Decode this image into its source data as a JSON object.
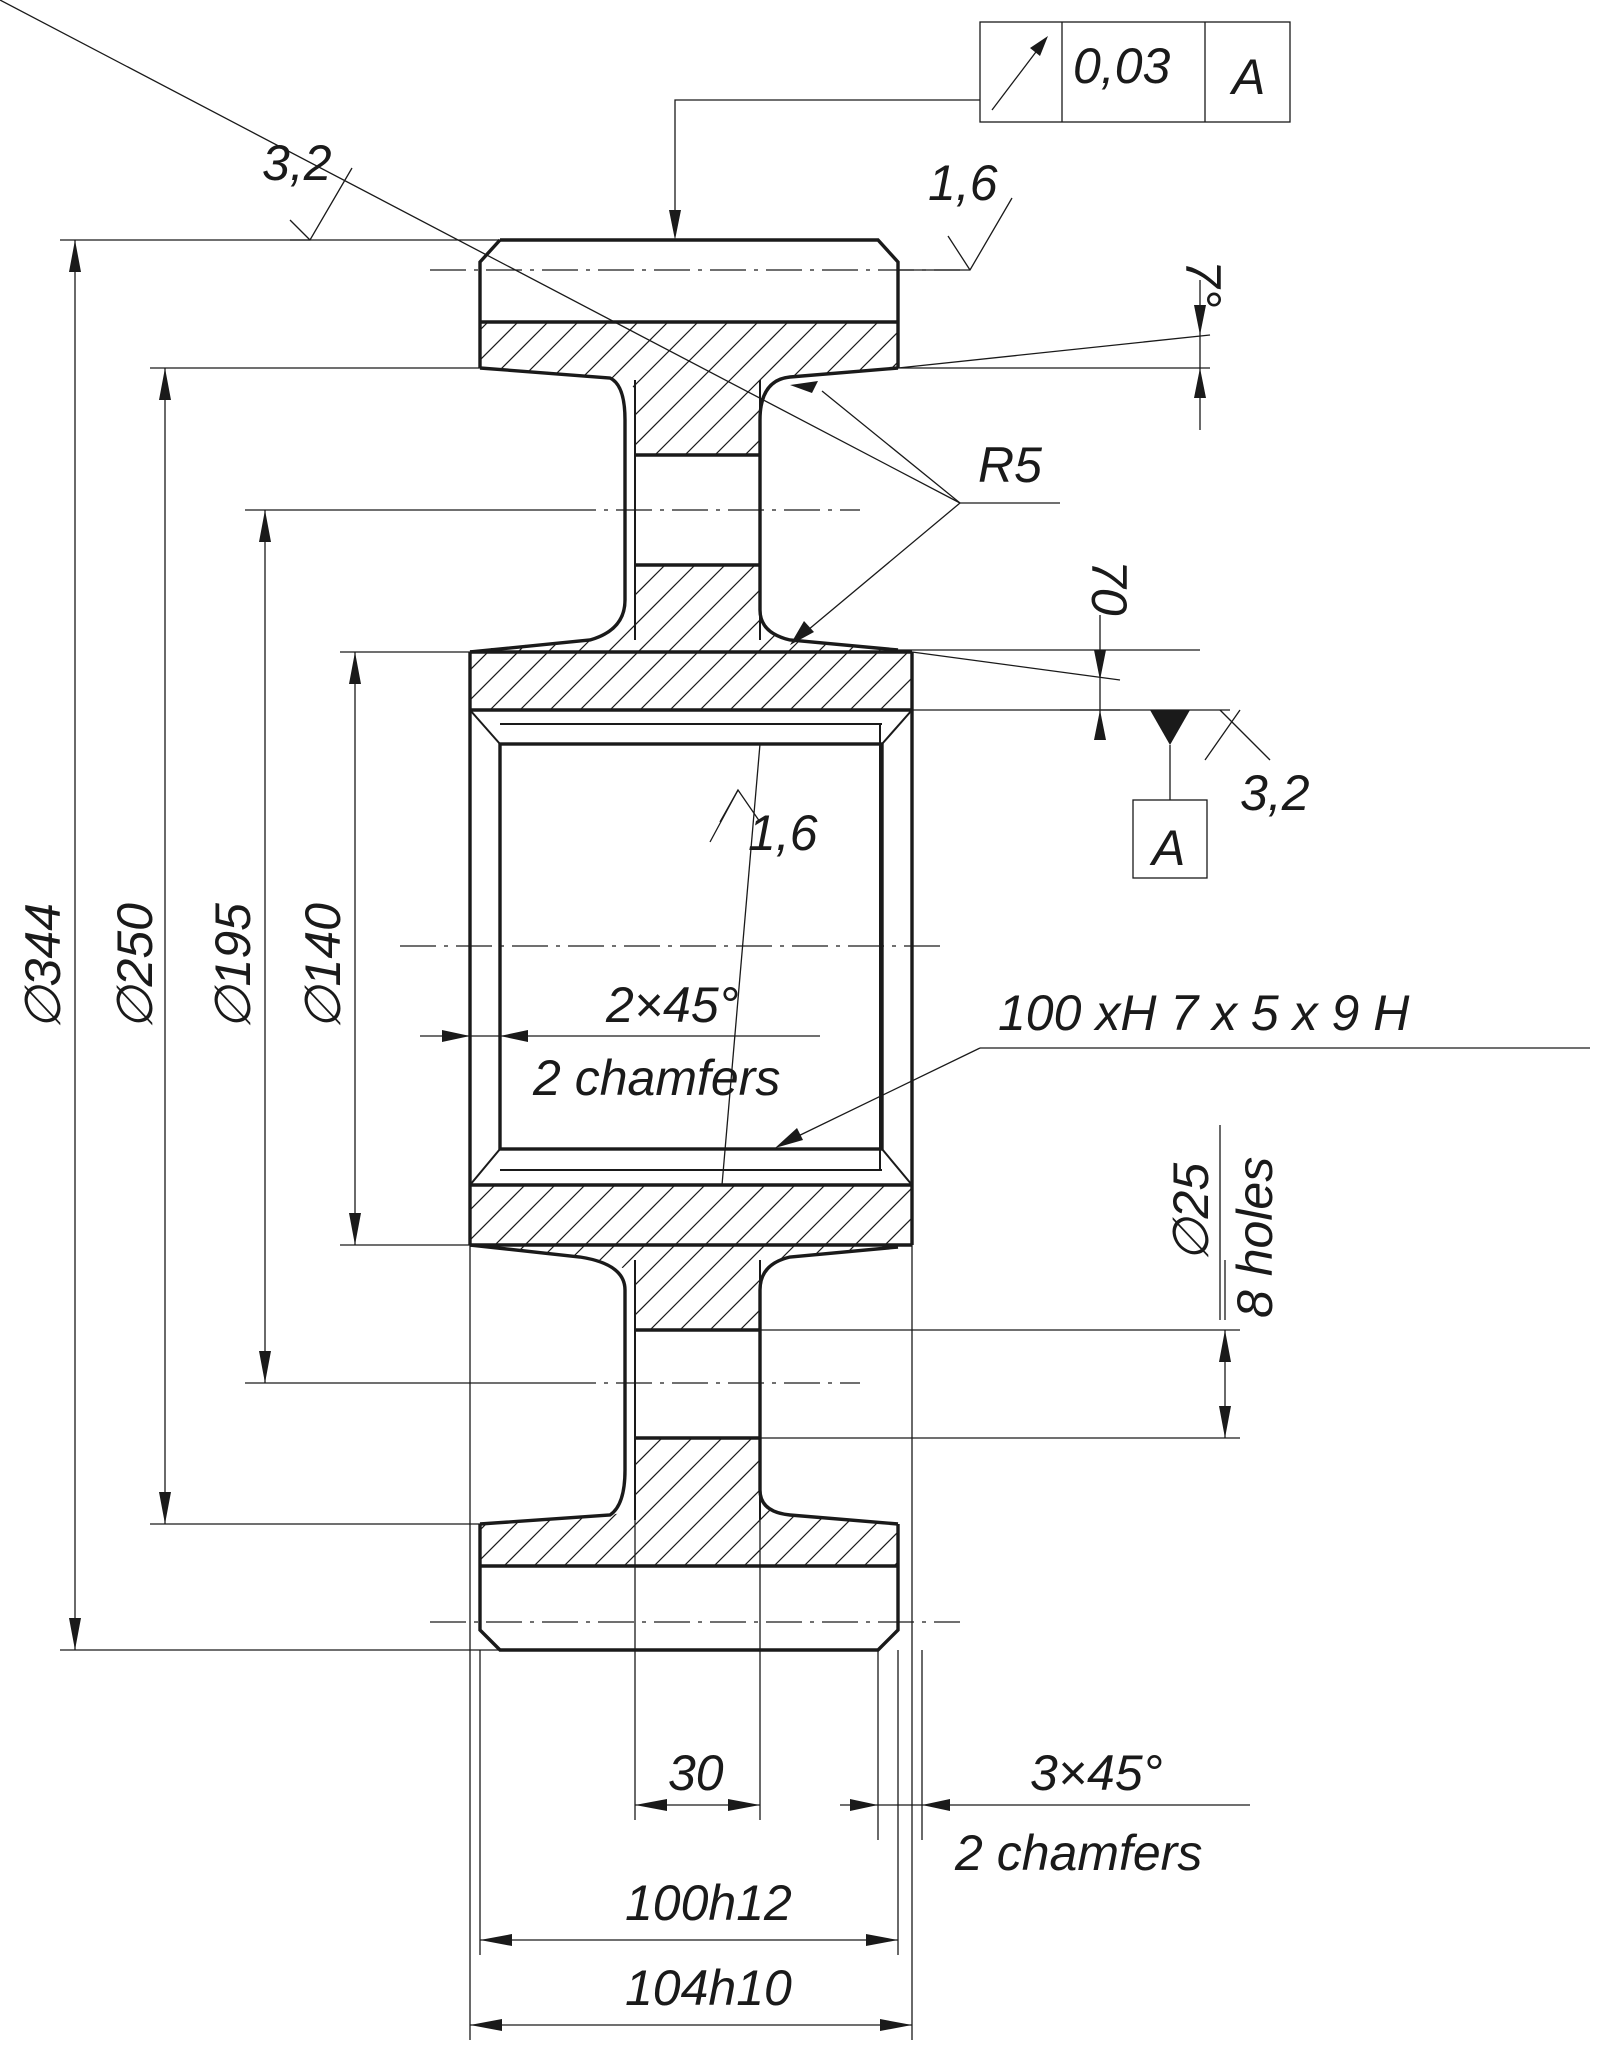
{
  "labels": {
    "fcf_tolerance": "0,03",
    "fcf_datum": "A",
    "datum_box": "A",
    "rough_top_left": "3,2",
    "rough_top_right": "1,6",
    "rough_bore": "1,6",
    "rough_hub": "3,2",
    "angle": "7°",
    "radius": "R5",
    "hub_offset": "70",
    "d344": "∅344",
    "d250": "∅250",
    "d195": "∅195",
    "d140": "∅140",
    "chamfer_inner_1": "2×45°",
    "chamfer_inner_2": "2 chamfers",
    "spline": "100 xH 7 x 5 x 9 H",
    "holes_dia": "∅25",
    "holes_count": "8 holes",
    "web_width": "30",
    "chamfer_outer_1": "3×45°",
    "chamfer_outer_2": "2 chamfers",
    "rim_width": "100h12",
    "hub_width": "104h10"
  }
}
